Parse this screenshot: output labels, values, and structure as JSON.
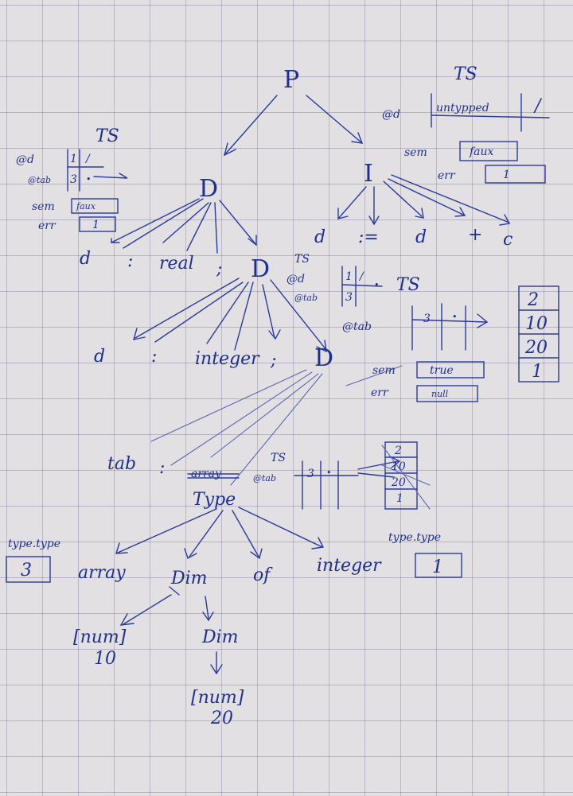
{
  "colors": {
    "ink": "#1f2f8c",
    "paper": "#e3e0e4",
    "grid": "#8a8aa8"
  },
  "nodes": {
    "P": "P",
    "D_top": "D",
    "I": "I",
    "D_mid": "D",
    "D_low": "D",
    "Type": "Type",
    "Dim_1": "Dim",
    "Dim_2": "Dim"
  },
  "leaves": {
    "d_1": "d",
    "colon_1": ":",
    "real": "real",
    "semi_1": ";",
    "d_2": "d",
    "colon_2": ":",
    "integer_1": "integer",
    "semi_2": ";",
    "tab": "tab",
    "colon_3": ":",
    "array_struck": "array",
    "array": "array",
    "of": "of",
    "integer_2": "integer",
    "num_1": "[num]",
    "ten": "10",
    "num_2": "[num]",
    "twenty": "20",
    "i_d_1": "d",
    "assign": ":=",
    "i_d_2": "d",
    "plus": "+",
    "c": "c"
  },
  "ts_left": {
    "title": "TS",
    "row1_name": "@d",
    "row1_v1": "1",
    "row1_v2": "/",
    "row2_name": "@tab",
    "row2_v1": "3",
    "row2_v2": "•",
    "sem_label": "sem",
    "sem_value": "faux",
    "err_label": "err",
    "err_value": "1"
  },
  "ts_right": {
    "title": "TS",
    "row_name": "@d",
    "row_value": "untypped",
    "row_v2": "/",
    "sem_label": "sem",
    "sem_value": "faux",
    "err_label": "err",
    "err_value": "1"
  },
  "ts_mid": {
    "title": "TS",
    "row1_name": "@d",
    "row1_v1": "1",
    "row1_v2": "/",
    "row2_name": "@tab",
    "row2_v1": "3",
    "row2_v2": "•"
  },
  "ts_mid2": {
    "title": "TS",
    "row_name": "@tab",
    "row_v1": "3",
    "row_v2": "•",
    "sem_label": "sem",
    "sem_value": "true",
    "err_label": "err",
    "err_value": "null"
  },
  "dim_stack": [
    "2",
    "10",
    "20",
    "1"
  ],
  "ts_low": {
    "title": "TS",
    "row_name": "@tab",
    "row_v1": "3",
    "row_v2": "•",
    "stack": [
      "2",
      "10",
      "20",
      "1"
    ]
  },
  "type_left": {
    "label": "type.type",
    "value": "3"
  },
  "type_right": {
    "label": "type.type",
    "value": "1"
  }
}
